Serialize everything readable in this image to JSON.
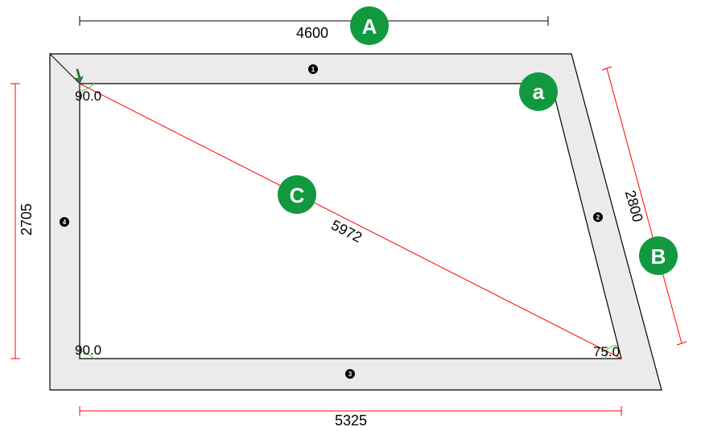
{
  "colors": {
    "badge": "#12993f",
    "frame_fill": "#ebebeb",
    "dimension_red": "#ff0000"
  },
  "dimensions": {
    "top": "4600",
    "left": "2705",
    "bottom": "5325",
    "right": "2800",
    "diagonal": "5972"
  },
  "angles": {
    "top_left": "90.0",
    "bottom_left": "90.0",
    "bottom_right": "75.0"
  },
  "badges": {
    "top": "A",
    "right": "B",
    "diagonal": "C",
    "corner": "a"
  },
  "members": [
    "1",
    "2",
    "3",
    "4"
  ]
}
